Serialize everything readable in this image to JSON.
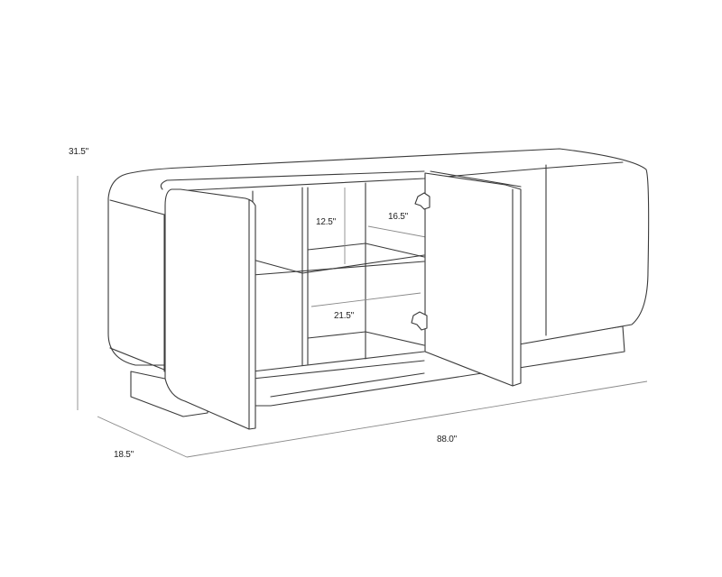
{
  "diagram": {
    "subject": "sideboard-cabinet-line-drawing",
    "dimensions": {
      "height": "31.5\"",
      "depth": "18.5\"",
      "width": "88.0\"",
      "shelf_height": "12.5\"",
      "interior_depth": "16.5\"",
      "interior_width": "21.5\""
    }
  }
}
